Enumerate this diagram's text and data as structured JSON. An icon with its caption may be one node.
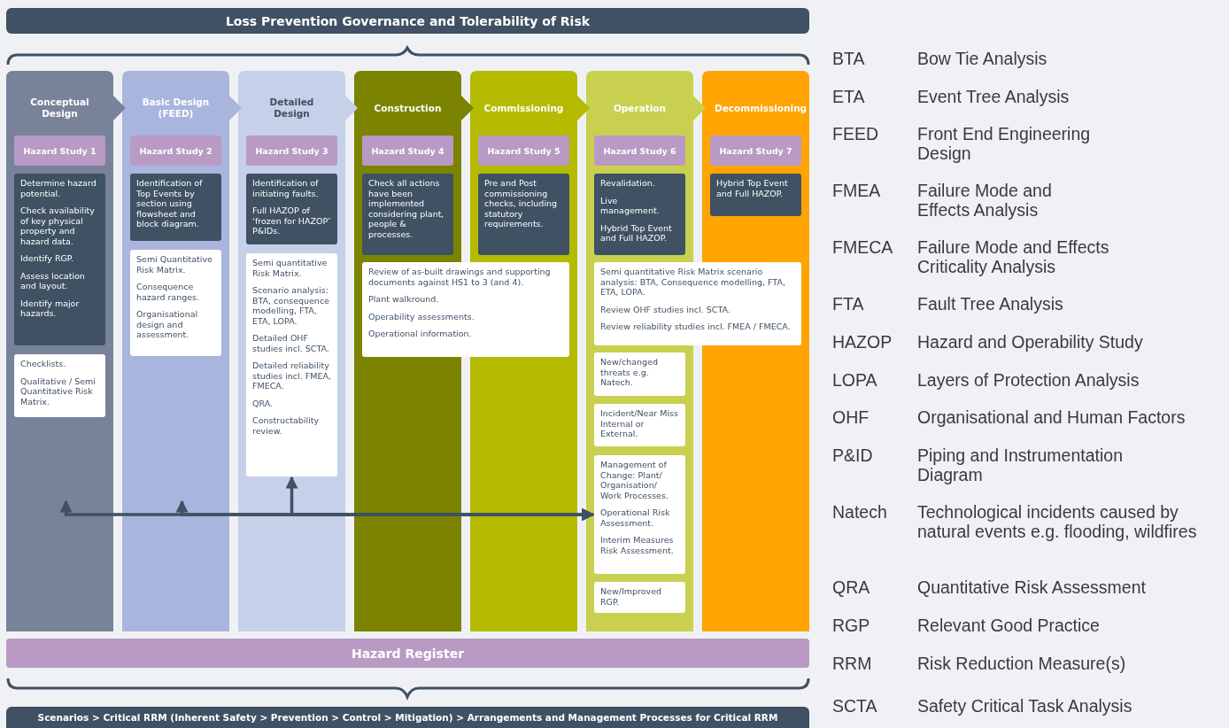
{
  "diagram": {
    "nodes": [
      {
        "text": [
          "Loss Prevention Governance and Tolerability of Risk"
        ]
      },
      {
        "text": [
          "Conceptual Design"
        ]
      },
      {
        "text": [
          "Hazard Study 1"
        ],
        "in": 1
      },
      {
        "text": [
          "Determine hazard potential.",
          "Check availability of key physical property and hazard data.",
          "Identify RGP.",
          "Assess location and layout.",
          "Identify major hazards."
        ],
        "in": 1
      },
      {
        "text": [
          "Checklists.",
          "Qualitative / Semi Quantitative Risk Matrix."
        ],
        "in": 1
      },
      {
        "text": [
          "Basic Design (FEED)"
        ]
      },
      {
        "text": [
          "Hazard Study 2"
        ],
        "in": 5
      },
      {
        "text": [
          "Identification of Top Events by section using flowsheet and block diagram."
        ],
        "in": 5
      },
      {
        "text": [
          "Semi Quantitative Risk Matrix.",
          "Consequence hazard ranges.",
          "Organisational design and assessment."
        ],
        "in": 5
      },
      {
        "text": [
          "Detailed Design"
        ]
      },
      {
        "text": [
          "Hazard Study 3"
        ],
        "in": 9
      },
      {
        "text": [
          "Identification of initiating faults.",
          "Full HAZOP of ‘frozen for HAZOP’ P&IDs."
        ],
        "in": 9
      },
      {
        "text": [
          "Semi quantitative Risk Matrix.",
          "Scenario analysis: BTA, consequence modelling, FTA, ETA, LOPA.",
          "Detailed OHF studies incl. SCTA.",
          "Detailed reliability studies incl. FMEA, FMECA.",
          "QRA.",
          "Constructability review."
        ],
        "in": 9
      },
      {
        "text": [
          "Construction"
        ]
      },
      {
        "text": [
          "Hazard Study 4"
        ],
        "in": 13
      },
      {
        "text": [
          "Check all actions have been implemented considering plant, people & processes."
        ],
        "in": 13
      },
      {
        "text": [
          "Commissioning"
        ]
      },
      {
        "text": [
          "Hazard Study 5"
        ],
        "in": 16
      },
      {
        "text": [
          "Pre and Post commissioning checks, including statutory requirements."
        ],
        "in": 16
      },
      {
        "text": [
          "Review of as-built drawings and supporting documents against HS1 to 3 (and 4).",
          "Plant walkround.",
          "Operability assessments.",
          "Operational information."
        ]
      },
      {
        "text": [
          "Operation"
        ]
      },
      {
        "text": [
          "Hazard Study 6"
        ],
        "in": 20
      },
      {
        "text": [
          "Revalidation.",
          "Live management.",
          "Hybrid Top Event and Full HAZOP."
        ],
        "in": 20
      },
      {
        "text": [
          "Decommissioning"
        ]
      },
      {
        "text": [
          "Hazard Study 7"
        ],
        "in": 23
      },
      {
        "text": [
          "Hybrid Top Event and Full HAZOP."
        ],
        "in": 23
      },
      {
        "text": [
          "Semi quantitative Risk Matrix scenario analysis: BTA, Consequence modelling, FTA, ETA, LOPA.",
          "Review OHF studies incl. SCTA.",
          "Review reliability studies incl. FMEA / FMECA."
        ]
      },
      {
        "text": [
          "New/changed threats e.g. Natech."
        ],
        "in": 20
      },
      {
        "text": [
          "Incident/Near Miss Internal or External."
        ],
        "in": 20
      },
      {
        "text": [
          "Management of Change: Plant/ Organisation/ Work Processes.",
          "Operational Risk Assessment.",
          "Interim Measures Risk Assessment."
        ],
        "in": 20
      },
      {
        "text": [
          "New/Improved RGP."
        ],
        "in": 20
      },
      {
        "text": [
          "Hazard Register"
        ]
      },
      {
        "text": [
          "Scenarios > Critical RRM (Inherent Safety > Prevention > Control > Mitigation) > Arrangements and Management Processes for Critical RRM"
        ]
      }
    ],
    "edges": [
      {
        "from": 1,
        "to": 29,
        "arrow": "both"
      },
      {
        "from": 5,
        "to": 29,
        "arrow": "both"
      },
      {
        "from": 12,
        "to": 29,
        "arrow": "both"
      }
    ],
    "labels": [
      "BTA",
      "Bow Tie Analysis",
      "ETA",
      "Event Tree Analysis",
      "FEED",
      "Front End Engineering Design",
      "FMEA",
      "Failure Mode and Effects Analysis",
      "FMECA",
      "Failure Mode and Effects Criticality Analysis",
      "FTA",
      "Fault Tree Analysis",
      "HAZOP",
      "Hazard and Operability Study",
      "LOPA",
      "Layers of Protection Analysis",
      "OHF",
      "Organisational and Human Factors",
      "P&ID",
      "Piping and Instrumentation Diagram",
      "Natech",
      "Technological incidents caused by natural events e.g. flooding, wildfires",
      "QRA",
      "Quantitative Risk Assessment",
      "RGP",
      "Relevant Good Practice",
      "RRM",
      "Risk Reduction Measure(s)",
      "SCTA",
      "Safety Critical Task Analysis"
    ]
  }
}
